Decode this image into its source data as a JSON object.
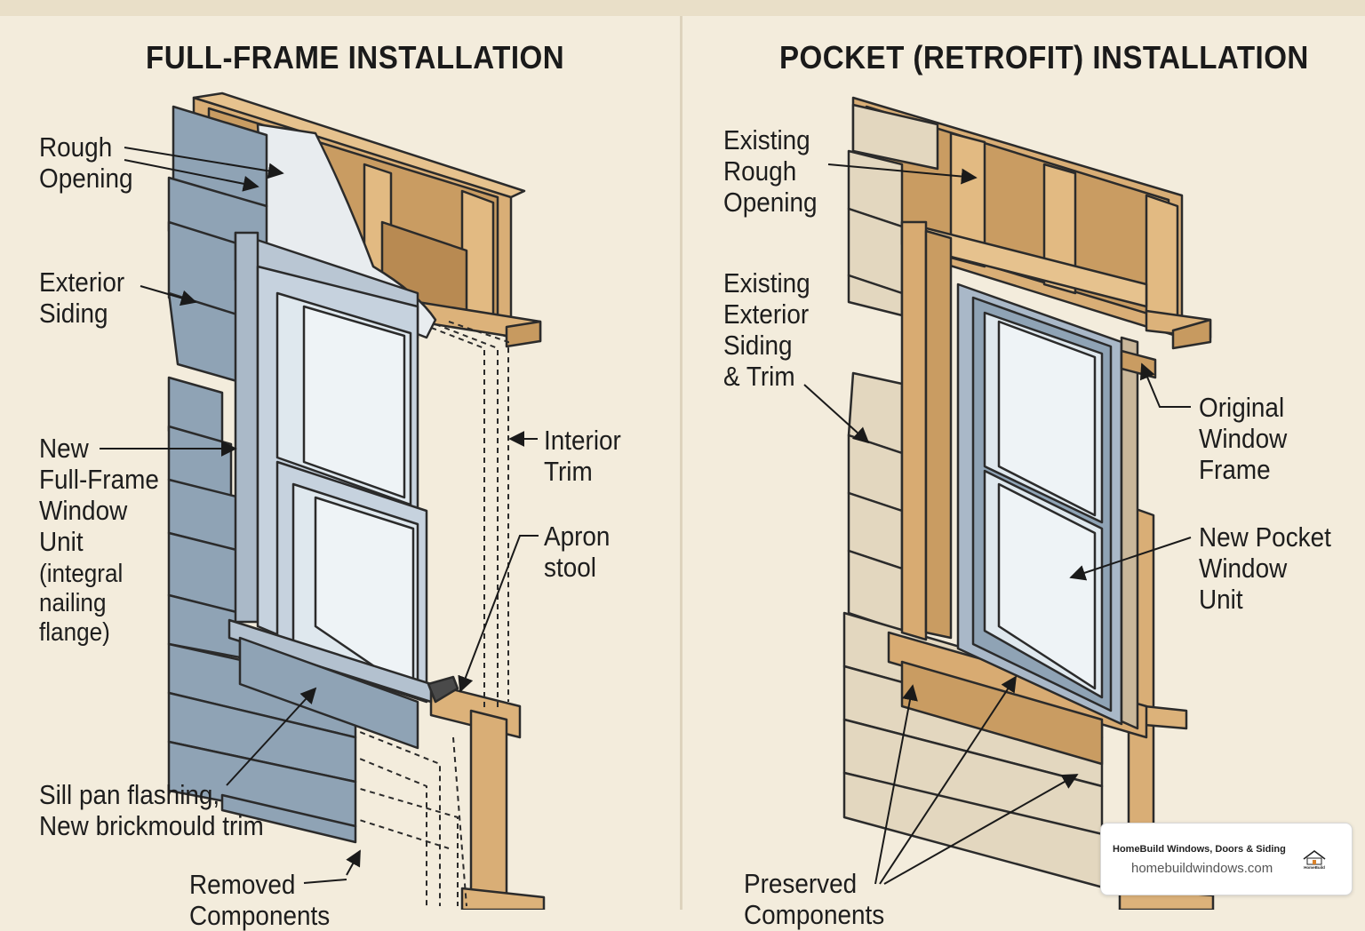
{
  "left_panel": {
    "title": "FULL-FRAME INSTALLATION",
    "labels": {
      "rough_opening": [
        "Rough",
        "Opening"
      ],
      "exterior_siding": [
        "Exterior",
        "Siding"
      ],
      "new_window_unit": [
        "New",
        "Full-Frame",
        "Window",
        "Unit",
        "(integral",
        "nailing",
        "flange)"
      ],
      "interior_trim": [
        "Interior",
        "Trim"
      ],
      "apron_stool": [
        "Apron",
        "stool"
      ],
      "sill_pan": [
        "Sill pan flashing,",
        "New brickmould trim"
      ],
      "removed_components": [
        "Removed",
        "Components"
      ]
    }
  },
  "right_panel": {
    "title": "POCKET (RETROFIT) INSTALLATION",
    "labels": {
      "existing_rough_opening": [
        "Existing",
        "Rough",
        "Opening"
      ],
      "existing_siding_trim": [
        "Existing",
        "Exterior",
        "Siding",
        "& Trim"
      ],
      "original_window_frame": [
        "Original",
        "Window",
        "Frame"
      ],
      "new_pocket_unit": [
        "New Pocket",
        "Window",
        "Unit"
      ],
      "preserved_components": [
        "Preserved",
        "Components"
      ]
    }
  },
  "badge": {
    "name": "HomeBuild Windows, Doors & Siding",
    "url": "homebuildwindows.com",
    "logo_icon": "homebuild-house-logo-icon",
    "logo_text": "HomeBuild"
  },
  "colors": {
    "background": "#f3ecdc",
    "siding_blue": "#8fa3b5",
    "wood": "#d8ab72",
    "siding_beige": "#e3d7bf",
    "window_frame_gray": "#a9b8c8",
    "glass": "#dfe8ee"
  }
}
